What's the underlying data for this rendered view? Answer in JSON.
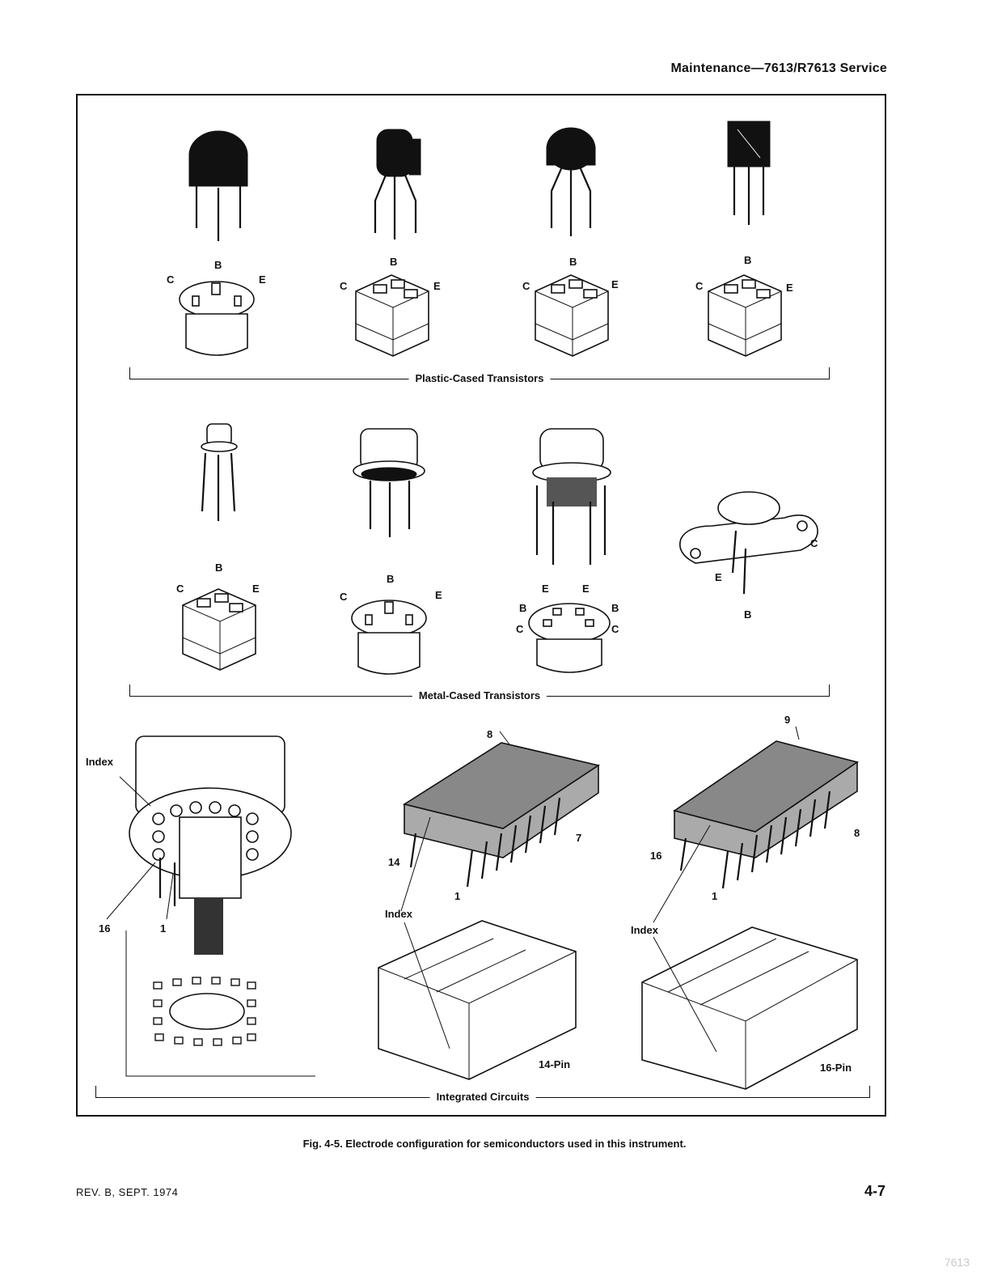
{
  "header": {
    "title": "Maintenance—7613/R7613 Service"
  },
  "sections": {
    "plastic": "Plastic-Cased Transistors",
    "metal": "Metal-Cased Transistors",
    "ic": "Integrated Circuits"
  },
  "labels": {
    "b": "B",
    "c": "C",
    "e": "E",
    "index": "Index",
    "pin_1": "1",
    "pin_7": "7",
    "pin_8": "8",
    "pin_9": "9",
    "pin_14": "14",
    "pin_16": "16",
    "pin14_label": "14-Pin",
    "pin16_label": "16-Pin"
  },
  "caption": "Fig. 4-5.  Electrode configuration for semiconductors used in this instrument.",
  "footer": {
    "revision": "REV. B, SEPT. 1974",
    "page_number": "4-7",
    "watermark": "7613"
  }
}
